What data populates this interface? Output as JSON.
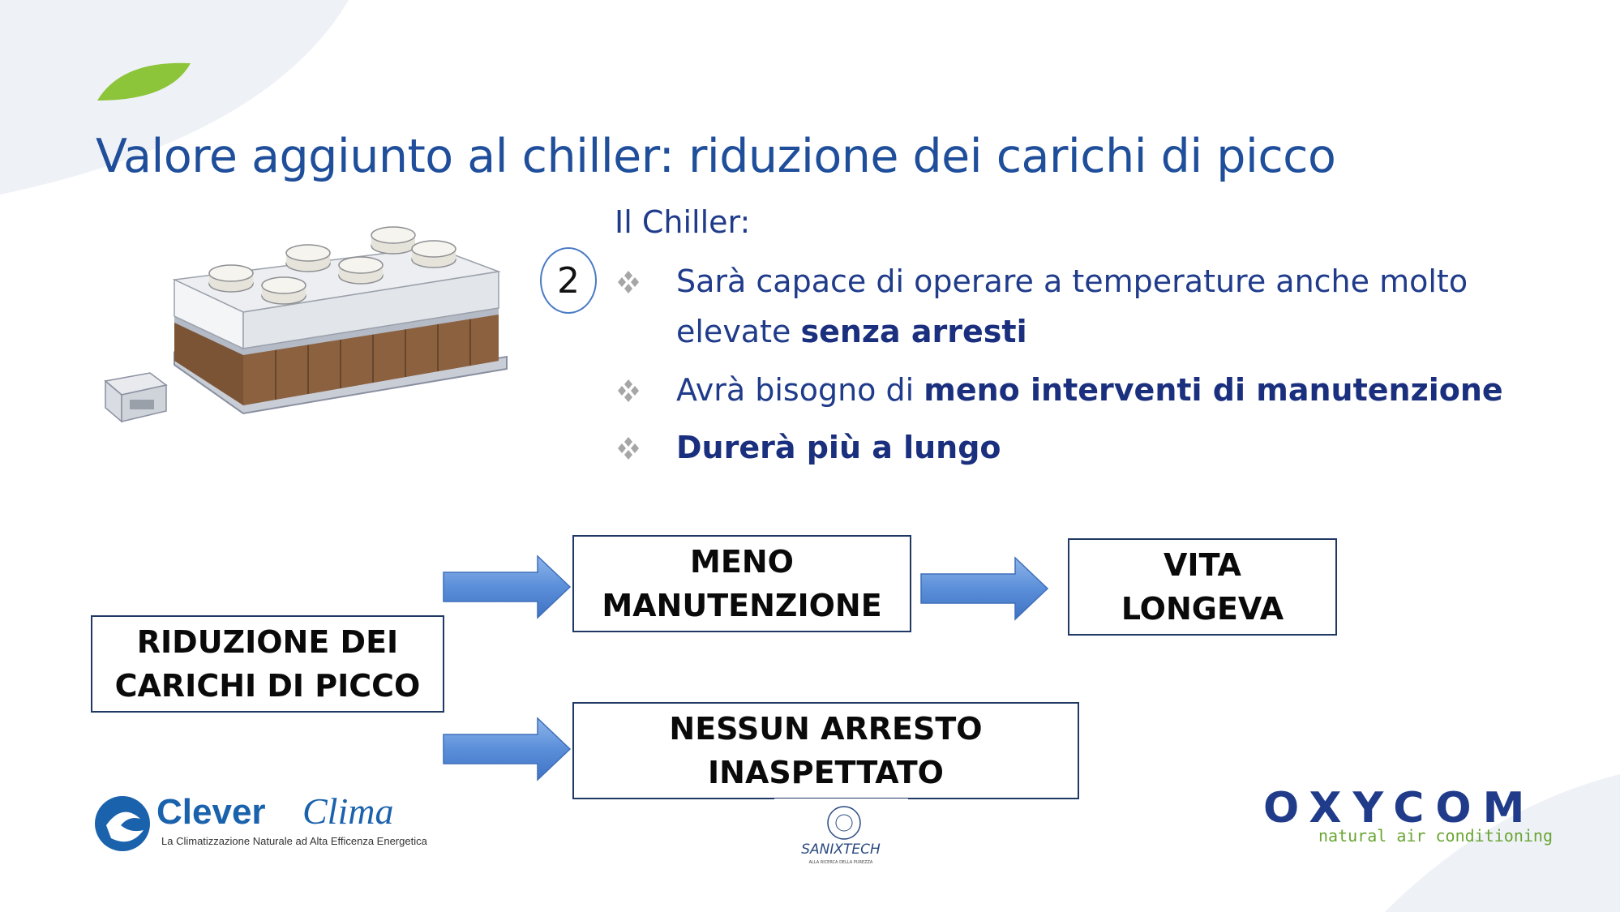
{
  "slide": {
    "title": "Valore aggiunto al chiller: riduzione dei carichi di picco",
    "step_number": "2",
    "intro": "Il Chiller:",
    "bullets": [
      {
        "pre": "Sarà capace di operare a temperature anche molto elevate ",
        "bold": "senza arresti"
      },
      {
        "pre": "Avrà bisogno di ",
        "bold": "meno interventi di manutenzione"
      },
      {
        "pre": "",
        "bold": "Durerà più a lungo"
      }
    ]
  },
  "flow": {
    "source": {
      "line1": "RIDUZIONE DEI",
      "line2": "CARICHI DI PICCO"
    },
    "top": {
      "line1": "MENO",
      "line2": "MANUTENZIONE"
    },
    "result": {
      "line1": "VITA",
      "line2": "LONGEVA"
    },
    "bottom": {
      "line1": "NESSUN ARRESTO",
      "line2": "INASPETTATO"
    }
  },
  "logos": {
    "clever_clima": {
      "word1": "Clever",
      "word2": "Clima",
      "tagline": "La Climatizzazione Naturale ad Alta Efficenza Energetica"
    },
    "sanixtech": {
      "name": "SANIXTECH",
      "tagline": "ALLA RICERCA DELLA PUREZZA"
    },
    "oxycom": {
      "name": "OXYCOM",
      "tagline": "natural air conditioning"
    }
  },
  "colors": {
    "title_blue": "#1f4e9b",
    "text_blue": "#1f3b8a",
    "arrow_blue": "#5b8fd9",
    "leaf_green": "#8cc43a",
    "oxycom_green": "#6aa533"
  },
  "icons": [
    "leaf-icon",
    "diamond-bullet-icon",
    "right-arrow-icon",
    "chiller-illustration"
  ]
}
